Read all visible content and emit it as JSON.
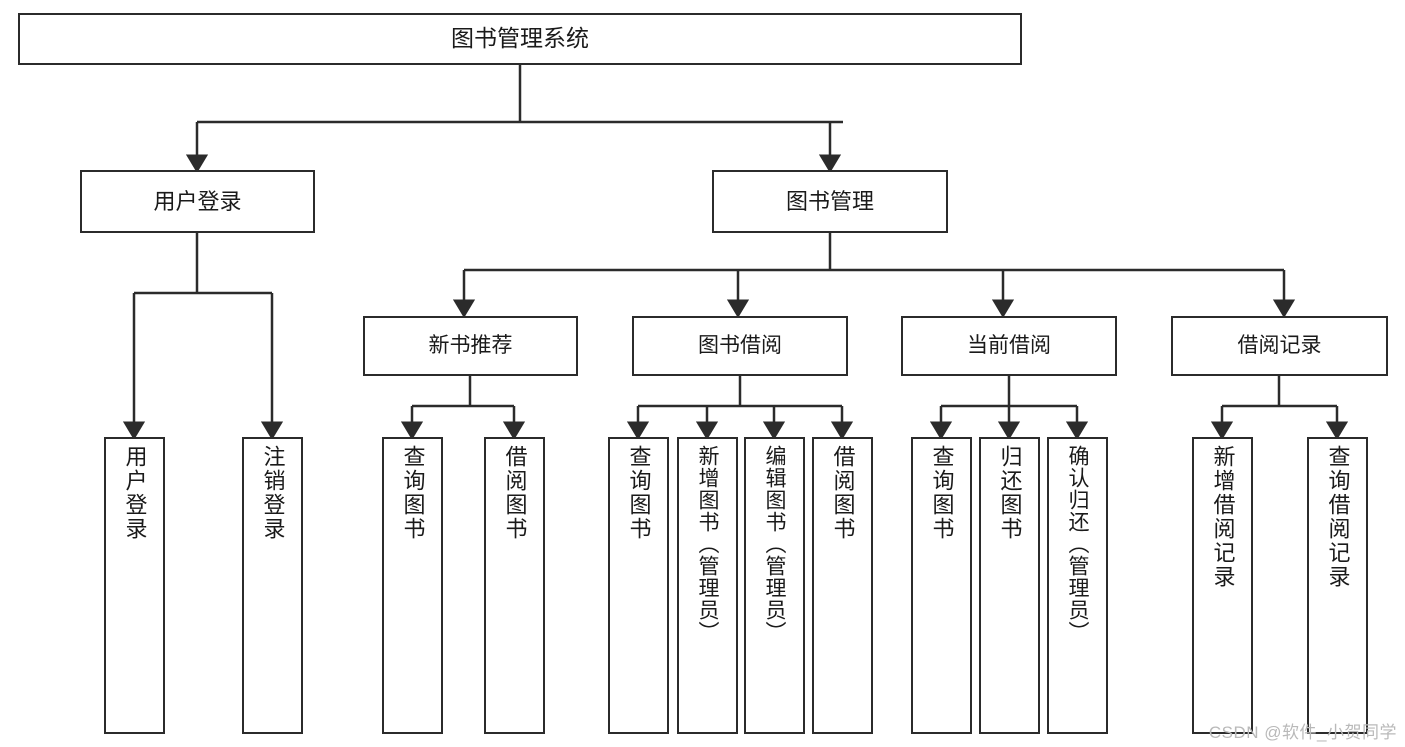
{
  "diagram": {
    "type": "tree-hierarchy-chart",
    "title": "图书管理系统",
    "root": {
      "label": "图书管理系统"
    },
    "level2": [
      {
        "label": "用户登录"
      },
      {
        "label": "图书管理"
      }
    ],
    "level3": [
      {
        "label": "新书推荐"
      },
      {
        "label": "图书借阅"
      },
      {
        "label": "当前借阅"
      },
      {
        "label": "借阅记录"
      }
    ],
    "leaves": {
      "user_login": [
        {
          "label": "用户登录"
        },
        {
          "label": "注销登录"
        }
      ],
      "new_book_recommend": [
        {
          "label": "查询图书"
        },
        {
          "label": "借阅图书"
        }
      ],
      "book_borrow": [
        {
          "label": "查询图书"
        },
        {
          "label": "新增图书（管理员）"
        },
        {
          "label": "编辑图书（管理员）"
        },
        {
          "label": "借阅图书"
        }
      ],
      "current_borrow": [
        {
          "label": "查询图书"
        },
        {
          "label": "归还图书"
        },
        {
          "label": "确认归还（管理员）"
        }
      ],
      "borrow_record": [
        {
          "label": "新增借阅记录"
        },
        {
          "label": "查询借阅记录"
        }
      ]
    }
  },
  "watermark": {
    "text": "CSDN @软件_小贺同学"
  },
  "colors": {
    "stroke": "#2b2b2b",
    "box_fill": "#ffffff",
    "text": "#1a1a1a",
    "watermark": "#b9b9b9",
    "page_background": "#ffffff"
  }
}
